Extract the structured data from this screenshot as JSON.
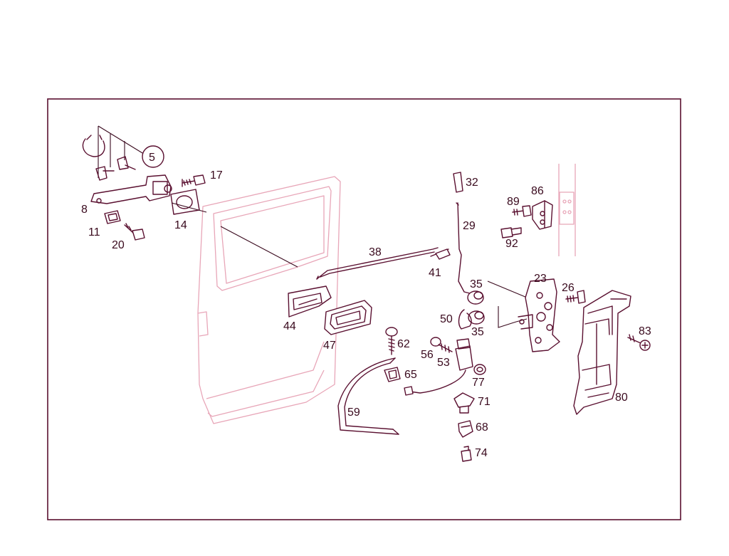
{
  "diagram": {
    "labels": {
      "p5": "5",
      "p8": "8",
      "p11": "11",
      "p14": "14",
      "p17": "17",
      "p20": "20",
      "p23": "23",
      "p26": "26",
      "p29": "29",
      "p32": "32",
      "p35a": "35",
      "p35b": "35",
      "p38": "38",
      "p41": "41",
      "p44": "44",
      "p47": "47",
      "p50": "50",
      "p53": "53",
      "p56": "56",
      "p59": "59",
      "p62": "62",
      "p65": "65",
      "p68": "68",
      "p71": "71",
      "p74": "74",
      "p77": "77",
      "p80": "80",
      "p83": "83",
      "p86": "86",
      "p89": "89",
      "p92": "92"
    },
    "colors": {
      "line": "#5a1030",
      "ghost": "#e8a6b8",
      "text": "#3a0a1e"
    }
  }
}
